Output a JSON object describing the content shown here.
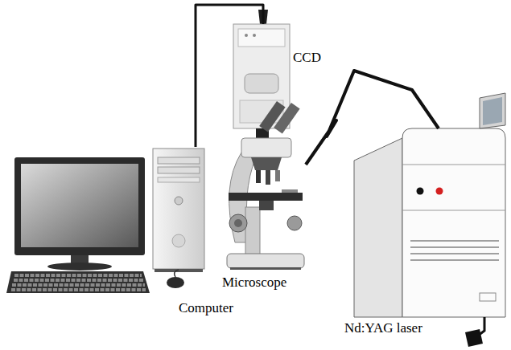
{
  "diagram": {
    "nodes": [
      {
        "text": [
          "CCD"
        ]
      },
      {
        "text": [
          "Computer"
        ]
      },
      {
        "text": [
          "Microscope"
        ]
      },
      {
        "text": [
          "Nd:YAG laser"
        ]
      }
    ],
    "edges": [
      {
        "from": 1,
        "to": 0,
        "arrow": "none"
      },
      {
        "from": 2,
        "to": 3,
        "arrow": "none"
      }
    ]
  }
}
